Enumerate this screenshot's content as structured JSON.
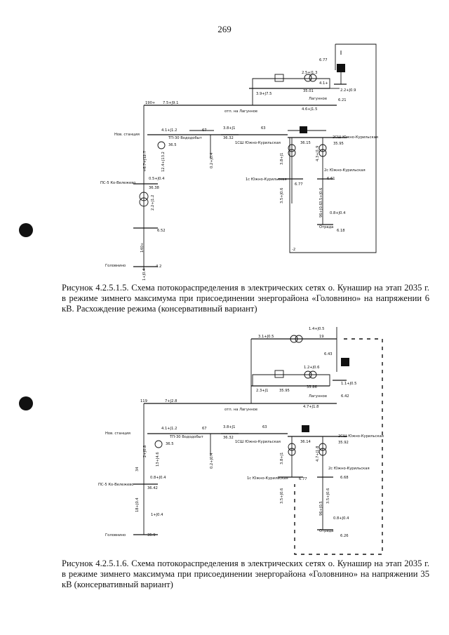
{
  "page_number": "269",
  "figure1": {
    "caption": "Рисунок 4.2.5.1.5. Схема потокораспределения в электрических сетях о. Кунашир на этап 2035 г. в режиме зимнего максимума при присоединении энергорайона «Головнино» на напряжении 6 кВ. Расхождение режима (консервативный вариант)",
    "labels": {
      "v_top": "6.77",
      "flow_tr_top": "2.5+J1.3",
      "flow_41": "4.1+",
      "flow_22": "2.2+J0.9",
      "v_3501": "35.01",
      "flow_39": "3.9+J7.5",
      "v_621": "6.21",
      "lagunnoe": "Лагунное",
      "flow_190": "190+",
      "flow_75": "7.5+J9.1",
      "flow_46": "4.6+J1.5",
      "otp": "отп. на Лагунное",
      "nov_st": "Нов. станция",
      "flow_41b": "4.1+J1.2",
      "flow_67": "67",
      "flow_38": "3.8+J1",
      "flow_63": "63",
      "tp30": "ТП-30 Вододобыт",
      "v_365": "36.5",
      "v_3632": "36.32",
      "v_3615": "36.15",
      "v_3595": "35.95",
      "ssh1": "1СШ Южно-Курильская",
      "ssh2": "2СШ Южно-Курильская",
      "v_02": "0.2+J0.4",
      "flow_124": "12.4+J13.2",
      "flow_187": "+6.7+J12.7",
      "flow_04": "0.5+J0.4",
      "ps5": "ПС-5 Ко-Вележево",
      "v_3638": "36.38",
      "flow_22b": "2.2+J1.2",
      "uk1": "1с Южно-Курильская",
      "uk2": "2с Южно-Курильская",
      "v_677": "6.77",
      "v_661": "6.61",
      "flow_38j": "3.8+J1",
      "flow_43": "4.3+J1.9",
      "flow_35": "3.5+J0.6",
      "flow_35b": "3.5+J0.6",
      "flow_96": "96+J0.6",
      "flow_08": "0.8+J0.4",
      "otrada": "Отрада",
      "v_618": "6.18",
      "v_652": "6.52",
      "flow_140": "140+",
      "golovnino": "Головнино",
      "v_42": "4.2",
      "flow_10": "1+J0.4",
      "flow_2": "-2"
    }
  },
  "figure2": {
    "caption": "Рисунок 4.2.5.1.6. Схема потокораспределения в электрических сетях о. Кунашир на этап 2035 г. в режиме зимнего максимума при присоединении энергорайона «Головнино» на напряжении 35 кВ (консервативный вариант)",
    "labels": {
      "flow_31": "3.1+J0.5",
      "flow_19": "19",
      "flow_14": "1.4+J0.5",
      "v_643": "6.43",
      "flow_12": "1.2+J0.6",
      "flow_11": "1.1+J0.5",
      "flow_23": "2.3+J1",
      "v_3595": "35.95",
      "v_3586": "35.86",
      "v_642": "6.42",
      "lagunnoe": "Лагунное",
      "flow_119": "119",
      "flow_7": "7+J2.8",
      "flow_47": "4.7+J1.8",
      "otp": "отп. на Лагунное",
      "nov_st": "Нов. станция",
      "flow_41": "4.1+J1.2",
      "flow_67": "67",
      "flow_38": "3.8+J1",
      "flow_63": "63",
      "tp30": "ТП-30 Вододобыт",
      "v_365": "36.5",
      "v_3632": "36.32",
      "v_3614": "36.14",
      "v_3592": "35.92",
      "ssh1": "1СШ Южно-Курильская",
      "ssh2": "2СШ Южно-Курильская",
      "v_02": "0.2+J0.4",
      "flow_2j": "2+J0.8",
      "flow_13": "13+J4.6",
      "flow_08": "0.8+J0.4",
      "flow_34": "34",
      "ps5": "ПС-5 Ко-Вележево",
      "v_3642": "36.42",
      "flow_18": "18+J0.4",
      "flow_38j": "3.8+J1",
      "flow_47j": "4.7+J1.8",
      "uk1": "1с Южно-Курильская",
      "uk2": "2с Южно-Курильская",
      "v_677": "6.77",
      "v_668": "6.68",
      "flow_35": "3.5+J0.6",
      "flow_35b": "3.5+J0.6",
      "flow_96": "96+J0.5",
      "flow_08b": "0.8+J0.4",
      "flow_1": "1+J0.4",
      "otrada": "Отрада",
      "v_626": "6.26",
      "golovnino": "Головнино",
      "v_359": "35.9"
    }
  }
}
